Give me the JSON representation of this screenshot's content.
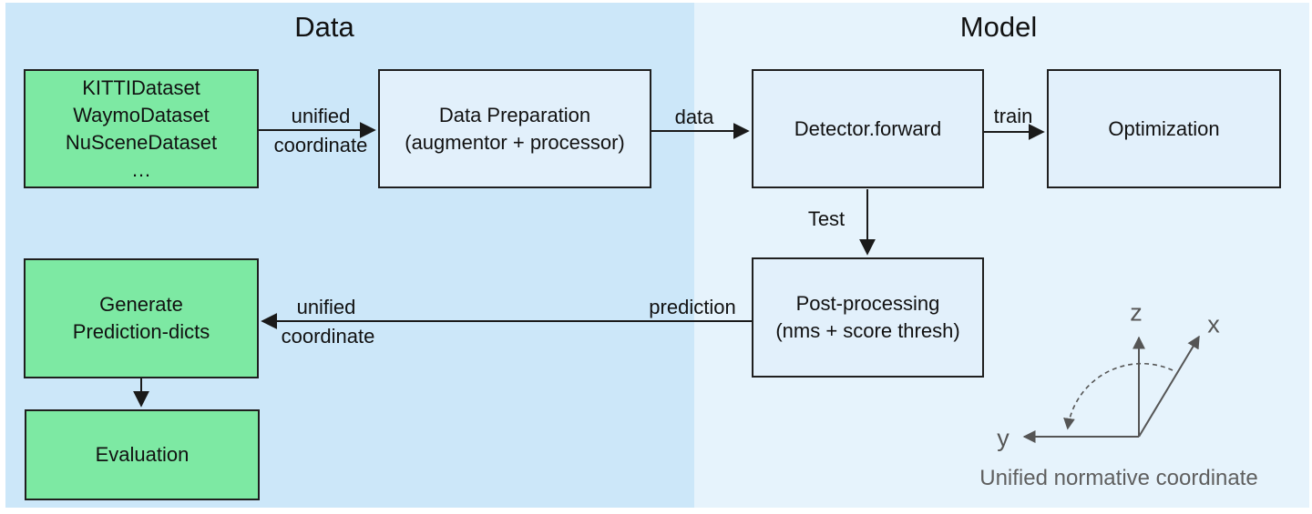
{
  "titles": {
    "left": "Data",
    "right": "Model"
  },
  "nodes": {
    "datasets": {
      "lines": [
        "KITTIDataset",
        "WaymoDataset",
        "NuSceneDataset",
        "…"
      ]
    },
    "data_preparation": {
      "lines": [
        "Data Preparation",
        "(augmentor + processor)"
      ]
    },
    "detector_forward": {
      "lines": [
        "Detector.forward"
      ]
    },
    "optimization": {
      "lines": [
        "Optimization"
      ]
    },
    "post_processing": {
      "lines": [
        "Post-processing",
        "(nms + score thresh)"
      ]
    },
    "generate_prediction_dicts": {
      "lines": [
        "Generate",
        "Prediction-dicts"
      ]
    },
    "evaluation": {
      "lines": [
        "Evaluation"
      ]
    }
  },
  "edge_labels": {
    "unified_coordinate_top": {
      "line1": "unified",
      "line2": "coordinate"
    },
    "data": "data",
    "train": "train",
    "test": "Test",
    "prediction": "prediction",
    "unified_coordinate_bottom": {
      "line1": "unified",
      "line2": "coordinate"
    }
  },
  "coordinate_system": {
    "axis_z": "z",
    "axis_x": "x",
    "axis_y": "y",
    "caption": "Unified normative coordinate"
  },
  "colors": {
    "left_panel": "#cce7f9",
    "right_panel": "#e6f3fc",
    "node_blue_fill": "#e2f0fb",
    "node_green_fill": "#7de9a3",
    "node_border": "#1f1f1f",
    "arrow": "#1a1a1a",
    "axes_gray": "#555555",
    "caption_gray": "#5f5f5f"
  }
}
